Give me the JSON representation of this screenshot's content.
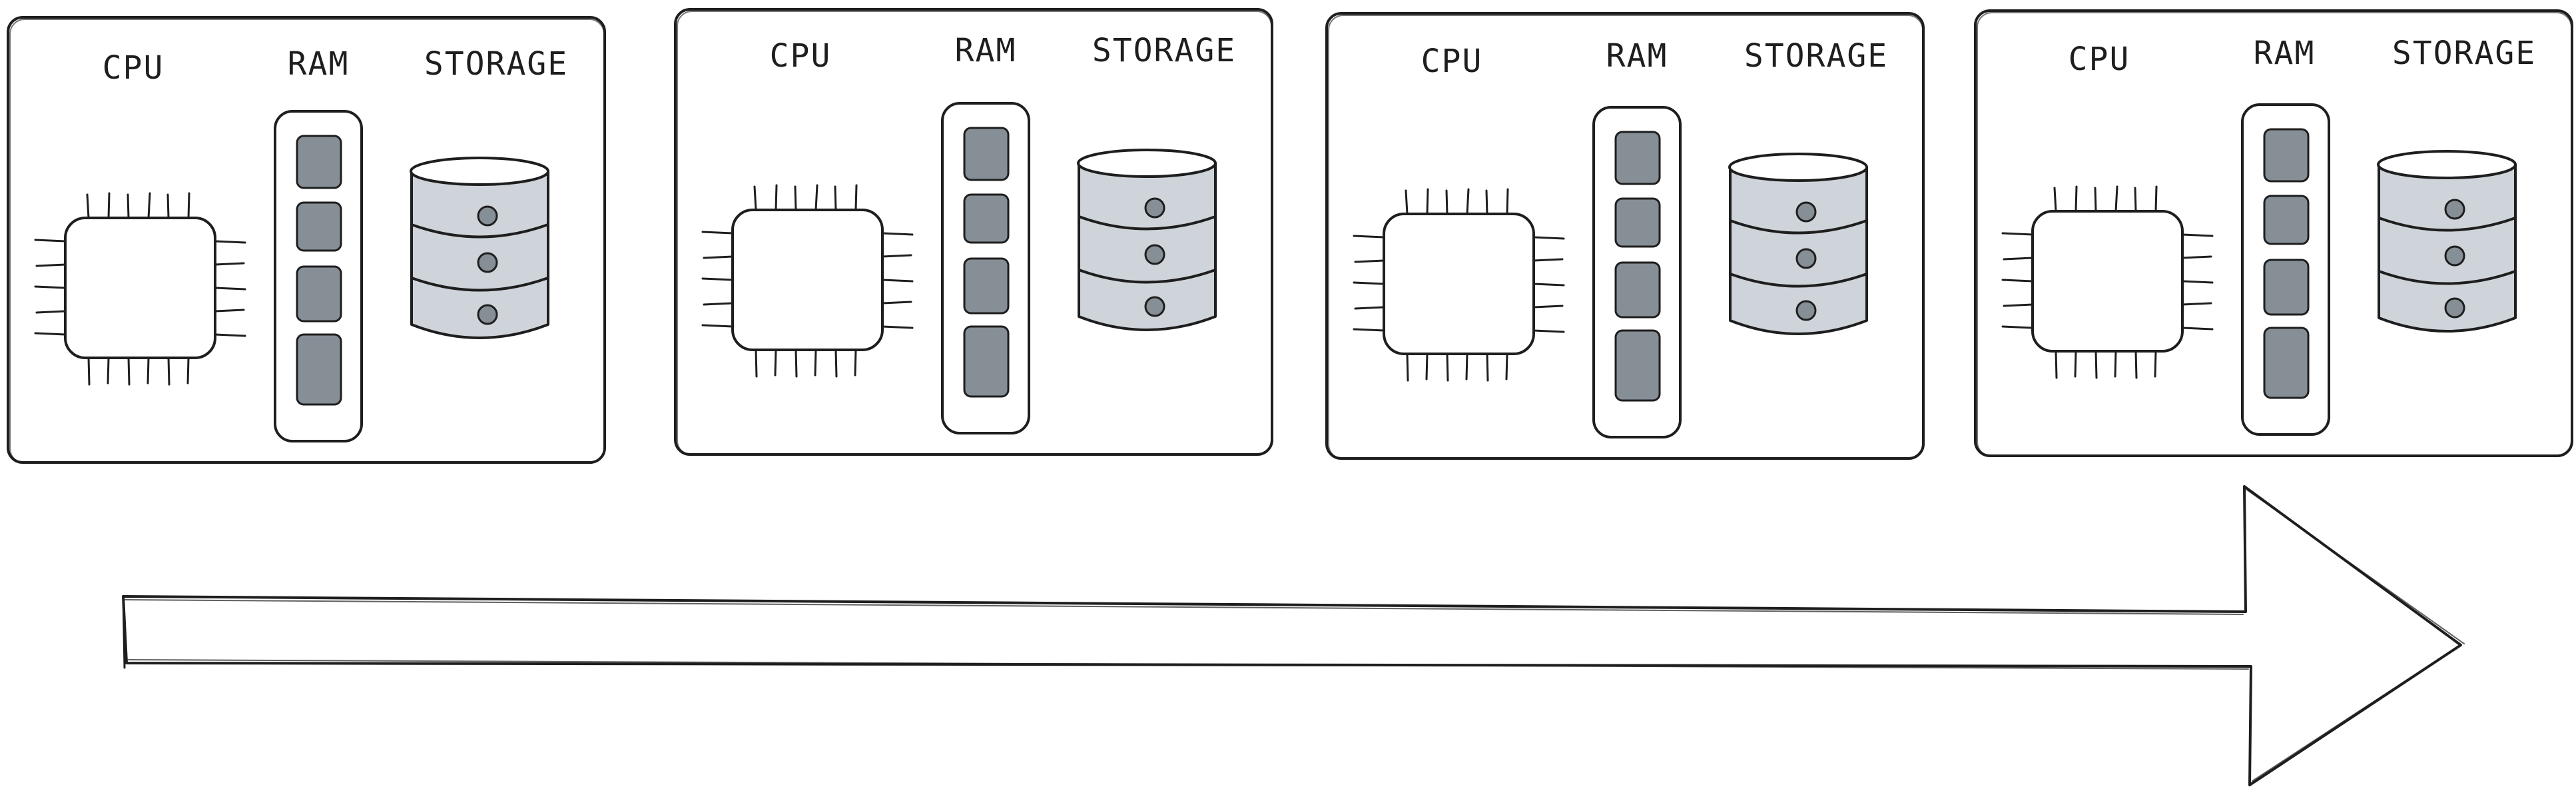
{
  "labels": {
    "cpu": "CPU",
    "ram": "RAM",
    "storage": "STORAGE"
  },
  "servers": [
    {
      "id": 1
    },
    {
      "id": 2
    },
    {
      "id": 3
    },
    {
      "id": 4
    }
  ],
  "colors": {
    "ink": "#1e1e1e",
    "ram_module_fill": "#868e96",
    "storage_fill": "#ced4da",
    "background": "#ffffff"
  },
  "icons": {
    "cpu": "cpu-chip-icon",
    "ram": "ram-stick-icon",
    "storage": "database-cylinder-icon",
    "arrow": "arrow-right-icon"
  }
}
